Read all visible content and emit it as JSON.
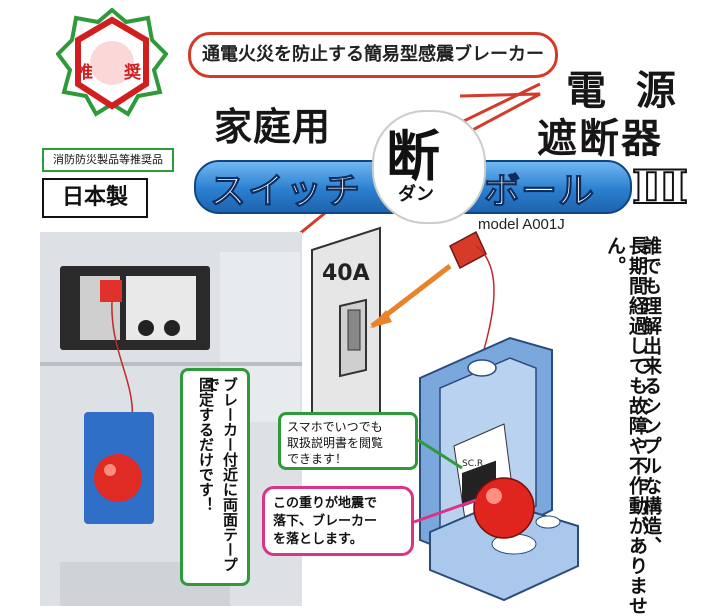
{
  "emblem": {
    "kanji_left": "推",
    "kanji_right": "奨"
  },
  "certification": "消防防災製品等推奨品",
  "origin": "日本製",
  "tagline": "通電火災を防止する簡易型感震ブレーカー",
  "product": {
    "use": "家庭用",
    "category_line1": "電 源",
    "category_line2": "遮断器",
    "name_part1": "スイッチ",
    "name_kanji": "断",
    "name_reading": "ダン",
    "name_part2": "ボール",
    "version": "Ⅲ",
    "model": "model A001J"
  },
  "diagram": {
    "breaker_rating": "40A",
    "card_label": "SC.R"
  },
  "photo_note": {
    "col1": "ブレーカー付近に両面テープで",
    "col2": "固定するだけです！"
  },
  "callouts": {
    "manual": {
      "line1": "スマホでいつでも",
      "line2": "取扱説明書を閲覧",
      "line3": "できます！"
    },
    "weight": {
      "line1": "この重りが地震で",
      "line2": "落下、ブレーカー",
      "line3": "を落とします。"
    }
  },
  "side_text": {
    "col1": "誰でも理解出来るシンプルな構造、",
    "col2": "長期間経過しても故障や不作動がありません。"
  },
  "colors": {
    "accent_red": "#d43a2a",
    "banner_blue": "#2b7fd0",
    "green": "#2e9a3a",
    "pink": "#d9338a"
  }
}
